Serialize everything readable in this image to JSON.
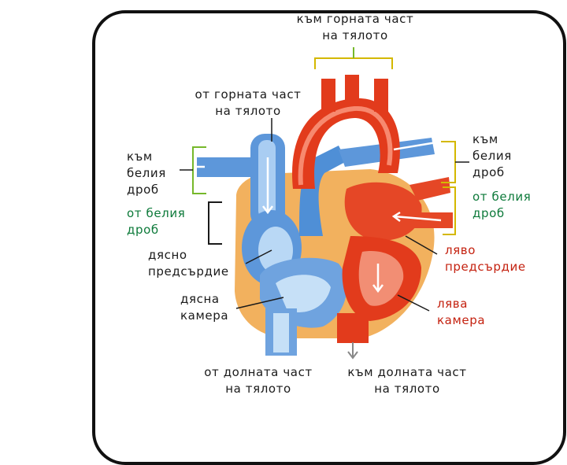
{
  "labels": {
    "to_upper_body": [
      "към горната част",
      "на тялото"
    ],
    "from_upper_body": [
      "от горната част",
      "на тялото"
    ],
    "to_right_lung": [
      "към",
      "белия",
      "дроб"
    ],
    "from_right_lung": [
      "от белия",
      "дроб"
    ],
    "right_atrium": [
      "дясно",
      "предсърдие"
    ],
    "right_ventricle": [
      "дясна",
      "камера"
    ],
    "from_lower_body": [
      "от долната част",
      "на тялото"
    ],
    "to_lower_body": [
      "към долната част",
      "на тялото"
    ],
    "to_left_lung": [
      "към",
      "белия",
      "дроб"
    ],
    "from_left_lung": [
      "от белия",
      "дроб"
    ],
    "left_atrium": [
      "ляво",
      "предсърдие"
    ],
    "left_ventricle": [
      "лява",
      "камера"
    ]
  },
  "colors": {
    "oxygenated": "#e23b1c",
    "deoxygenated": "#4f8fd6",
    "muscle": "#f2b15e",
    "text_black": "#1a1a1a",
    "text_green": "#0d7a3a",
    "text_red": "#c4210f",
    "bracket_yellow": "#d4b800",
    "bracket_green": "#76b82a"
  }
}
